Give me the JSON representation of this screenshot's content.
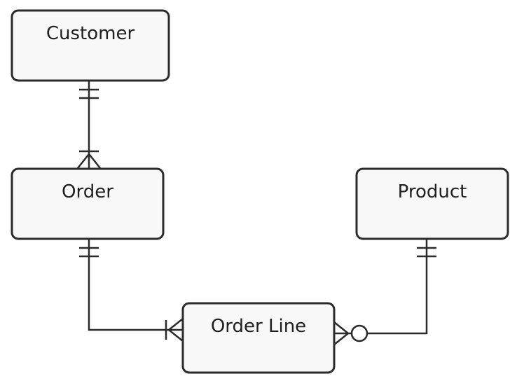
{
  "diagram": {
    "type": "entity-relationship",
    "entities": {
      "customer": {
        "label": "Customer"
      },
      "order": {
        "label": "Order"
      },
      "product": {
        "label": "Product"
      },
      "order_line": {
        "label": "Order Line"
      }
    },
    "relationships": [
      {
        "from": "Customer",
        "to": "Order",
        "from_cardinality": "exactly one",
        "to_cardinality": "one or many"
      },
      {
        "from": "Order",
        "to": "Order Line",
        "from_cardinality": "exactly one",
        "to_cardinality": "one or many"
      },
      {
        "from": "Product",
        "to": "Order Line",
        "from_cardinality": "exactly one",
        "to_cardinality": "zero or many"
      }
    ]
  }
}
